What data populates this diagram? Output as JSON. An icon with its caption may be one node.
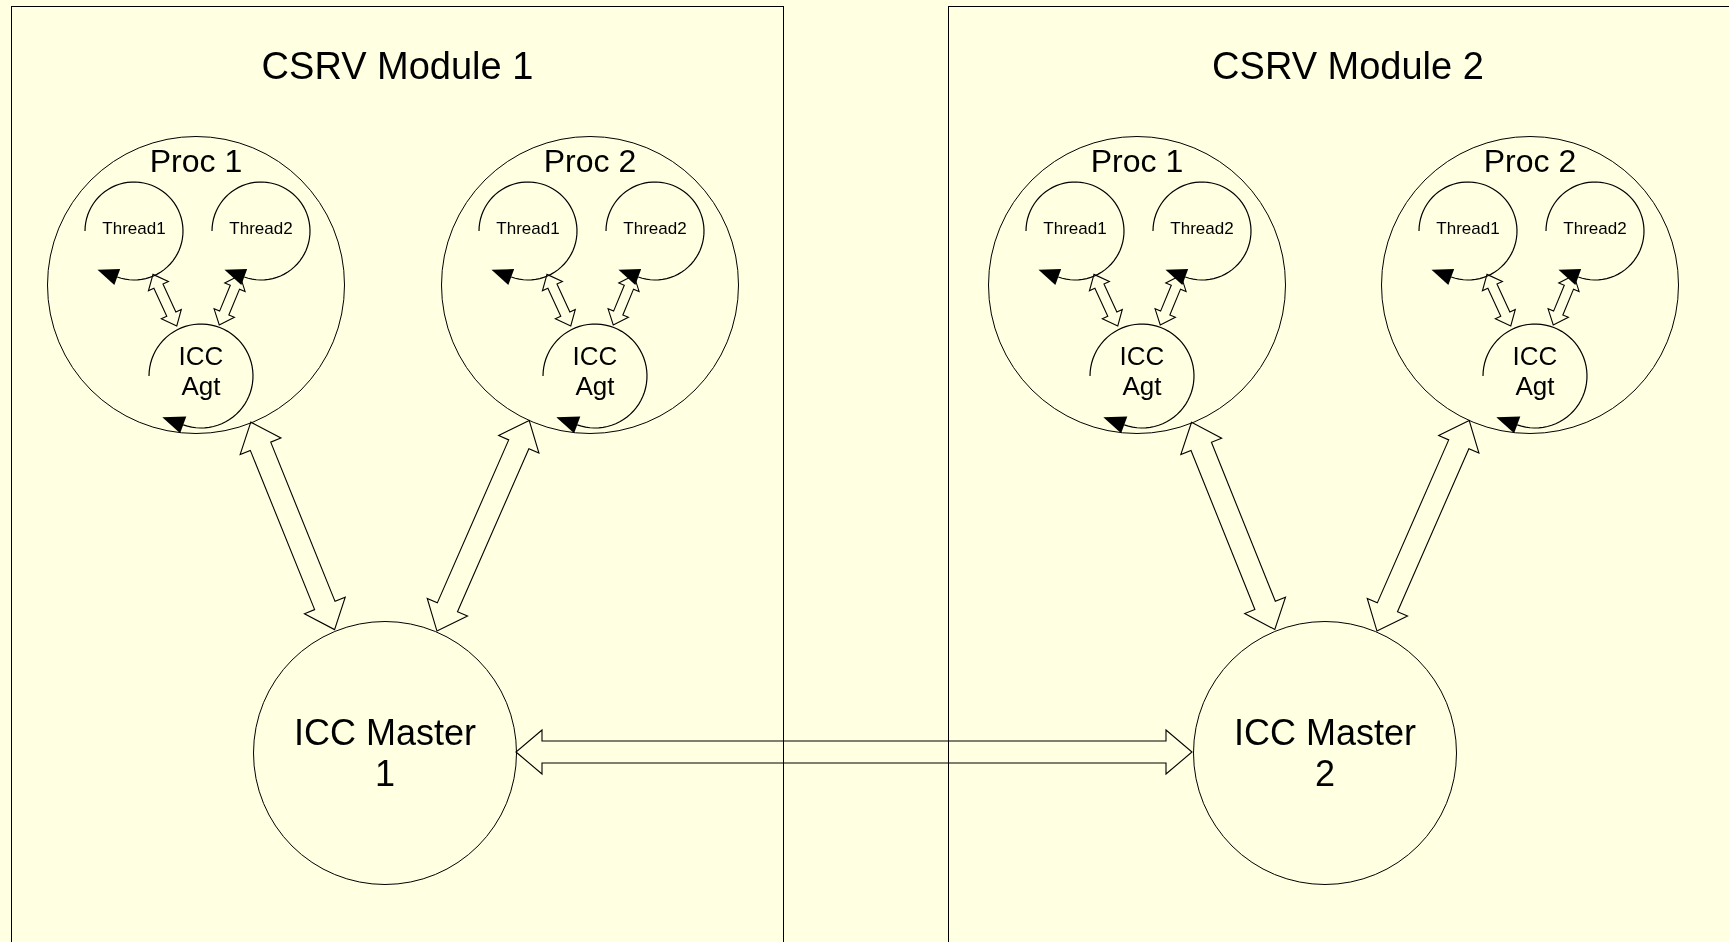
{
  "diagram": {
    "nodes": [
      {
        "text": [
          "CSRV Module 1"
        ]
      },
      {
        "text": [
          "Proc 1"
        ],
        "in": 0
      },
      {
        "text": [
          "Thread1"
        ],
        "in": 1
      },
      {
        "text": [
          "Thread2"
        ],
        "in": 1
      },
      {
        "text": [
          "ICC Agt"
        ],
        "in": 1
      },
      {
        "text": [
          "Proc 2"
        ],
        "in": 0
      },
      {
        "text": [
          "Thread1"
        ],
        "in": 5
      },
      {
        "text": [
          "Thread2"
        ],
        "in": 5
      },
      {
        "text": [
          "ICC Agt"
        ],
        "in": 5
      },
      {
        "text": [
          "ICC Master 1"
        ],
        "in": 0
      },
      {
        "text": [
          "CSRV Module 2"
        ]
      },
      {
        "text": [
          "Proc 1"
        ],
        "in": 10
      },
      {
        "text": [
          "Thread1"
        ],
        "in": 11
      },
      {
        "text": [
          "Thread2"
        ],
        "in": 11
      },
      {
        "text": [
          "ICC Agt"
        ],
        "in": 11
      },
      {
        "text": [
          "Proc 2"
        ],
        "in": 10
      },
      {
        "text": [
          "Thread1"
        ],
        "in": 15
      },
      {
        "text": [
          "Thread2"
        ],
        "in": 15
      },
      {
        "text": [
          "ICC Agt"
        ],
        "in": 15
      },
      {
        "text": [
          "ICC Master 2"
        ],
        "in": 10
      }
    ],
    "edges": [
      {
        "from": 2,
        "to": 4,
        "arrow": "both"
      },
      {
        "from": 3,
        "to": 4,
        "arrow": "both"
      },
      {
        "from": 6,
        "to": 8,
        "arrow": "both"
      },
      {
        "from": 7,
        "to": 8,
        "arrow": "both"
      },
      {
        "from": 12,
        "to": 14,
        "arrow": "both"
      },
      {
        "from": 13,
        "to": 14,
        "arrow": "both"
      },
      {
        "from": 16,
        "to": 18,
        "arrow": "both"
      },
      {
        "from": 17,
        "to": 18,
        "arrow": "both"
      },
      {
        "from": 1,
        "to": 9,
        "arrow": "both"
      },
      {
        "from": 5,
        "to": 9,
        "arrow": "both"
      },
      {
        "from": 11,
        "to": 19,
        "arrow": "both"
      },
      {
        "from": 15,
        "to": 19,
        "arrow": "both"
      },
      {
        "from": 9,
        "to": 19,
        "arrow": "both"
      }
    ]
  }
}
